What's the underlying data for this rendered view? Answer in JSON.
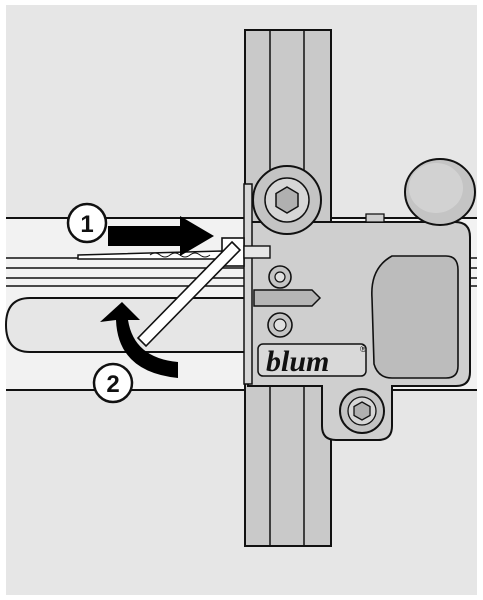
{
  "diagram": {
    "steps": [
      {
        "number": "1",
        "action": "push"
      },
      {
        "number": "2",
        "action": "rotate"
      }
    ],
    "brand": {
      "name": "blum",
      "mark": "®"
    },
    "colors": {
      "background": "#e6e6e6",
      "outline": "#111111",
      "rail": "#c9c9c9",
      "bracket": "#cfcfcf",
      "bracket_shade": "#bcbcbc",
      "arrow": "#000000"
    },
    "icons": [
      "hex-socket-screw-icon",
      "round-knob-icon",
      "hex-nut-icon",
      "drill-bit-icon",
      "hex-key-icon"
    ]
  }
}
